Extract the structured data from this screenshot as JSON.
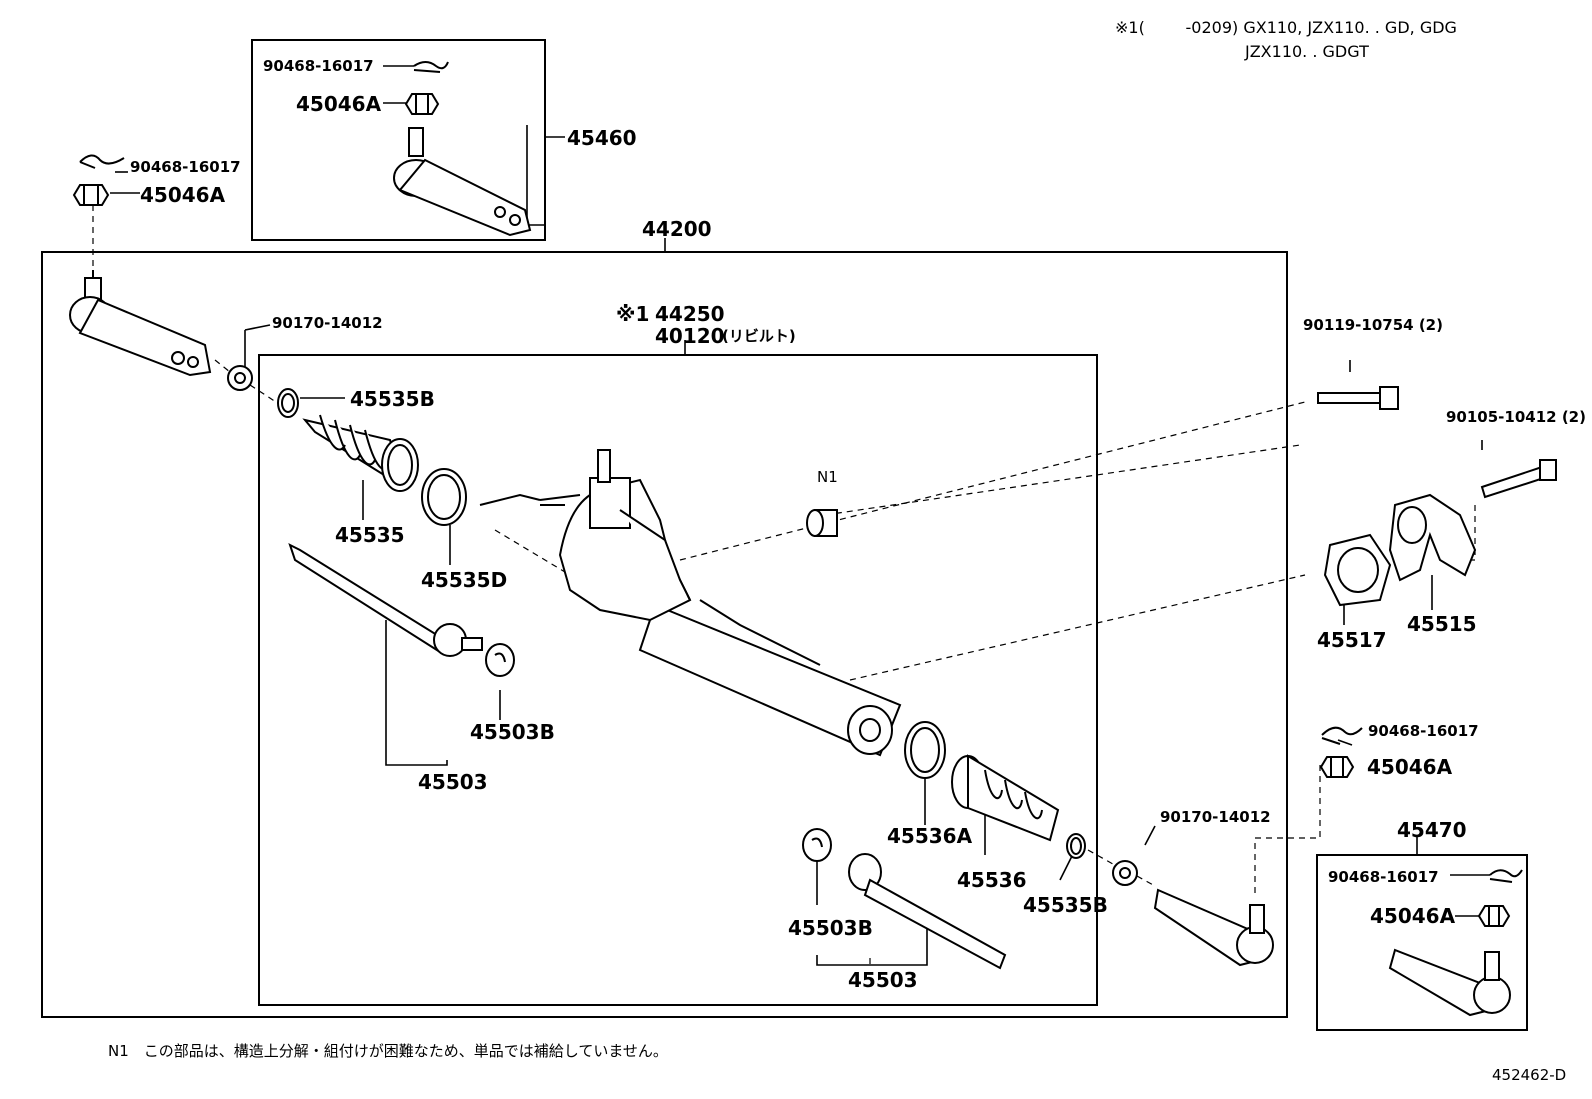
{
  "header": {
    "applicability_line1": "※1(        -0209) GX110, JZX110. . GD, GDG",
    "applicability_line2": "JZX110. . GDGT"
  },
  "assembly": {
    "main_part": "44200",
    "rack_note_marker": "※1",
    "rack_part": "44250",
    "rebuilt_part": "40120",
    "rebuilt_note": "(リビルト)"
  },
  "parts": {
    "cotter_pin_box_top": "90468-16017",
    "nut_box_top": "45046A",
    "tie_rod_end_box_top": "45460",
    "cotter_pin_left": "90468-16017",
    "nut_left": "45046A",
    "lock_nut_left": "90170-14012",
    "clamp_left": "45535B",
    "boot_left": "45535",
    "clip_left": "45535D",
    "n1_marker": "N1",
    "claw_washer_left": "45503B",
    "rack_end_left": "45503",
    "bolt_top_right": "90119-10754 (2)",
    "bolt_right": "90105-10412 (2)",
    "bushing": "45517",
    "bracket": "45515",
    "cotter_pin_right": "90468-16017",
    "nut_right": "45046A",
    "clamp_right_a": "45536A",
    "boot_right": "45536",
    "clamp_right": "45535B",
    "lock_nut_right": "90170-14012",
    "claw_washer_right": "45503B",
    "rack_end_right": "45503",
    "tie_rod_end_box_bottom": "45470",
    "cotter_pin_box_bottom": "90468-16017",
    "nut_box_bottom": "45046A"
  },
  "footer": {
    "n1_note": "N1　この部品は、構造上分解・組付けが困難なため、単品では補給していません。",
    "diagram_code": "452462-D"
  }
}
